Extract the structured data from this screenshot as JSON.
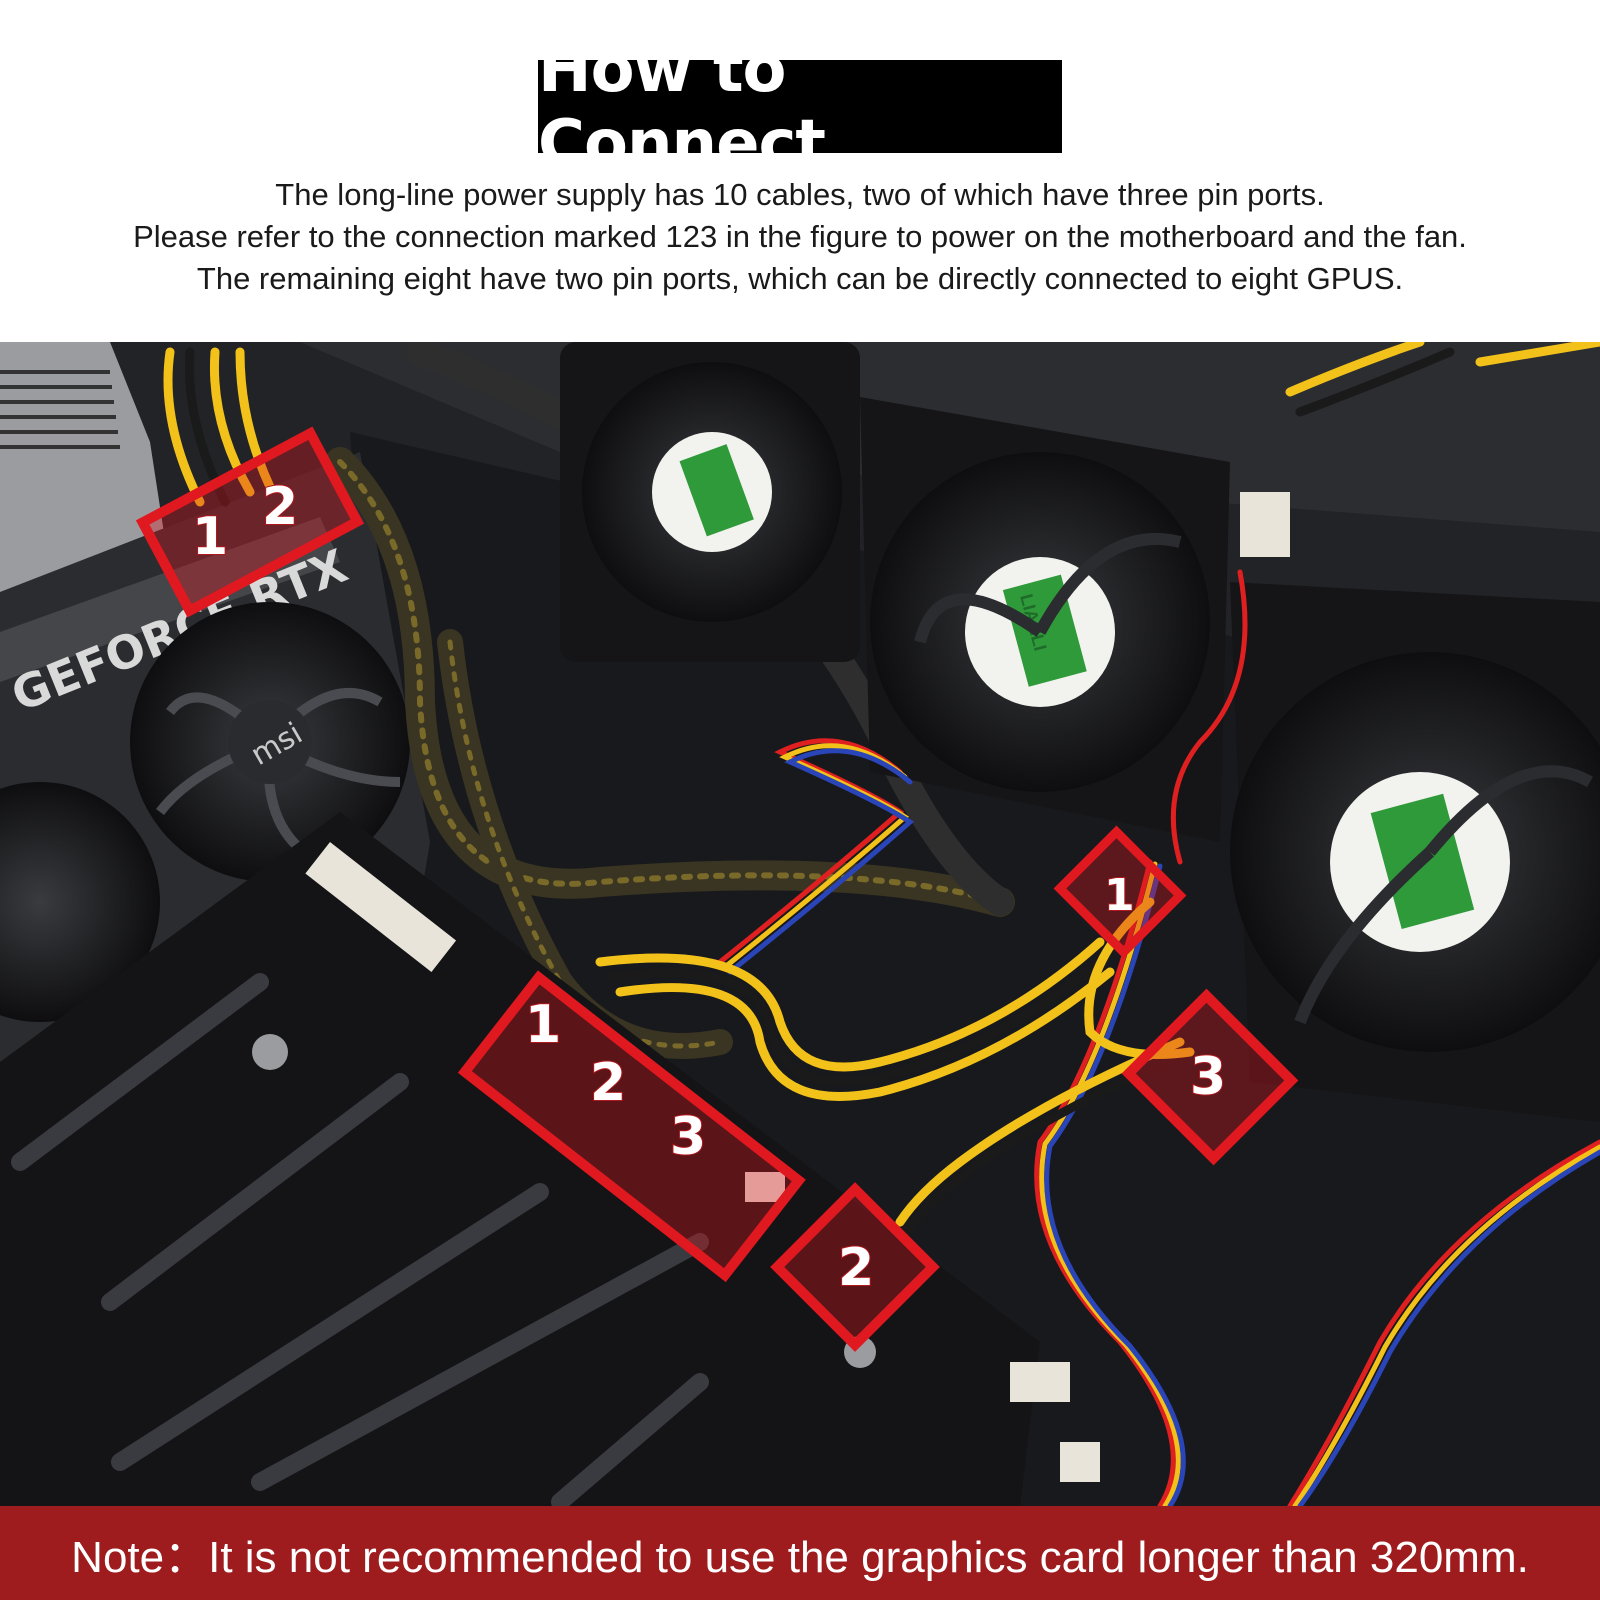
{
  "header": {
    "title": "How to Connect",
    "lines": [
      "The long-line power supply has 10 cables, two of which have three pin ports.",
      "Please refer to the connection marked 123 in the figure to power on the motherboard and the fan.",
      "The remaining eight have two pin ports, which can be directly connected to eight GPUS."
    ]
  },
  "photo": {
    "gpu_brand": "GEFORCE RTX",
    "gpu_logo": "msi",
    "fan_brand": "LIANLI",
    "markers": [
      {
        "label": "1"
      },
      {
        "label": "2"
      },
      {
        "label": "1"
      },
      {
        "label": "2"
      },
      {
        "label": "3"
      },
      {
        "label": "1"
      },
      {
        "label": "3"
      },
      {
        "label": "2"
      }
    ]
  },
  "footer": {
    "note": "Note：It is not recommended to use the graphics card longer than 320mm."
  },
  "colors": {
    "title_bg": "#000000",
    "note_bg": "#9e1b1e",
    "marker_red": "#e0181f",
    "fan_label_green": "#2f9a3a"
  }
}
